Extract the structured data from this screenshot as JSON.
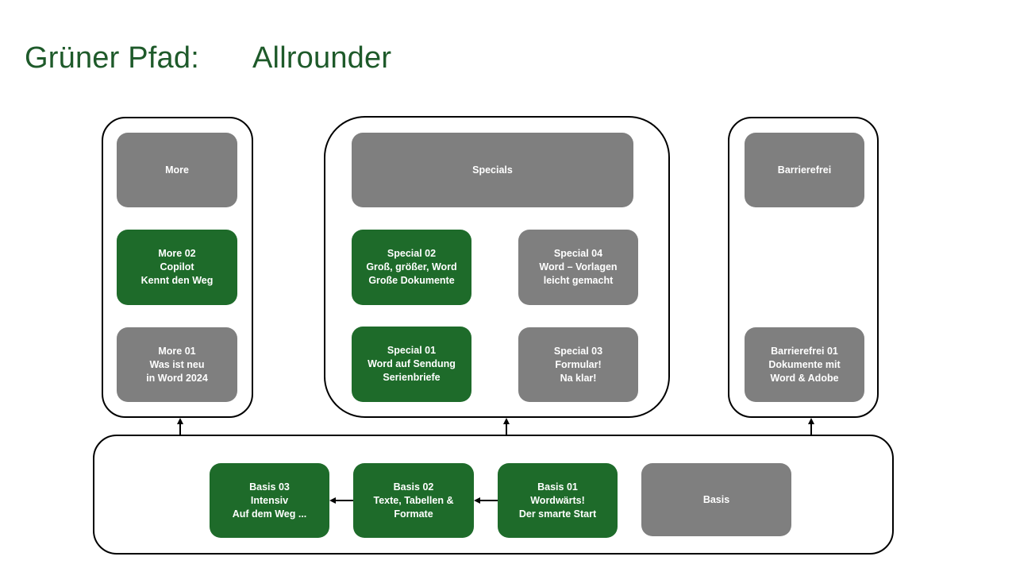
{
  "title": {
    "left": "Grüner Pfad:",
    "right": "Allrounder"
  },
  "colors": {
    "title": "#1e5a2a",
    "completed": "#1e6b2a",
    "pending": "#7f7f7f",
    "border": "#000000"
  },
  "groups": {
    "more": {
      "header": "More",
      "items": [
        {
          "lines": [
            "More  02",
            "Copilot",
            "Kennt den Weg"
          ],
          "status": "green"
        },
        {
          "lines": [
            "More  01",
            "Was ist neu",
            "in Word 2024"
          ],
          "status": "gray"
        }
      ]
    },
    "specials": {
      "header": "Specials",
      "items": [
        {
          "lines": [
            "Special 02",
            "Groß, größer, Word",
            "Große Dokumente"
          ],
          "status": "green"
        },
        {
          "lines": [
            "Special 04",
            "Word – Vorlagen",
            "leicht gemacht"
          ],
          "status": "gray"
        },
        {
          "lines": [
            "Special  01",
            "Word auf Sendung",
            "Serienbriefe"
          ],
          "status": "green"
        },
        {
          "lines": [
            "Special  03",
            "Formular!",
            "Na klar!"
          ],
          "status": "gray"
        }
      ]
    },
    "barrierefrei": {
      "header": "Barrierefrei",
      "items": [
        {
          "lines": [
            "Barrierefrei  01",
            "Dokumente mit",
            "Word & Adobe"
          ],
          "status": "gray"
        }
      ]
    },
    "basis": {
      "header": "Basis",
      "items": [
        {
          "lines": [
            "Basis 03",
            "Intensiv",
            "Auf dem Weg ..."
          ],
          "status": "green"
        },
        {
          "lines": [
            "Basis 02",
            "Texte, Tabellen &",
            "Formate"
          ],
          "status": "green"
        },
        {
          "lines": [
            "Basis 01",
            "Wordwärts!",
            "Der smarte Start"
          ],
          "status": "green"
        }
      ]
    }
  }
}
